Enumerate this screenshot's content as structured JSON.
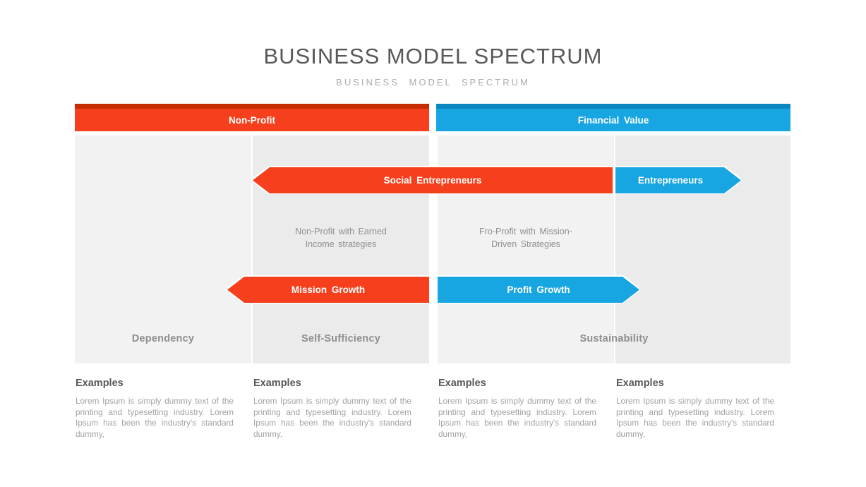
{
  "slide": {
    "title": "BUSINESS MODEL SPECTRUM",
    "subtitle": "BUSINESS MODEL SPECTRUM"
  },
  "colors": {
    "red": "#f6401d",
    "red_dark": "#c52c00",
    "blue": "#17a6e2",
    "blue_dark": "#0d86c0",
    "column_light": "#f2f2f3",
    "column_dark": "#ebebec"
  },
  "headers": {
    "left": {
      "label": "Non-Profit"
    },
    "right": {
      "label": "Financial Value"
    }
  },
  "arrows": {
    "social": {
      "label": "Social Entrepreneurs",
      "direction": "left",
      "color": "#f6401d"
    },
    "entre": {
      "label": "Entrepreneurs",
      "direction": "right",
      "color": "#17a6e2"
    },
    "mission": {
      "label": "Mission Growth",
      "direction": "left",
      "color": "#f6401d"
    },
    "profit": {
      "label": "Profit Growth",
      "direction": "right",
      "color": "#17a6e2"
    }
  },
  "descriptions": {
    "left": {
      "line1": "Non-Profit with Earned",
      "line2": "Income strategies"
    },
    "right": {
      "line1": "Fro-Profit with Mission-",
      "line2": "Driven Strategies"
    }
  },
  "spectrum_labels": {
    "left": "Dependency",
    "middle": "Self-Sufficiency",
    "right": "Sustainability"
  },
  "examples": [
    {
      "heading": "Examples",
      "body": "Lorem Ipsum is simply dummy text of the printing and typesetting industry. Lorem Ipsum has been the industry's standard dummy,"
    },
    {
      "heading": "Examples",
      "body": "Lorem Ipsum is simply dummy text of the printing and typesetting industry. Lorem Ipsum has been the industry's standard dummy,"
    },
    {
      "heading": "Examples",
      "body": "Lorem Ipsum is simply dummy text of the printing and typesetting industry. Lorem Ipsum has been the industry's standard dummy,"
    },
    {
      "heading": "Examples",
      "body": "Lorem Ipsum is simply dummy text of the printing and typesetting industry. Lorem Ipsum has been the industry's standard dummy,"
    }
  ]
}
